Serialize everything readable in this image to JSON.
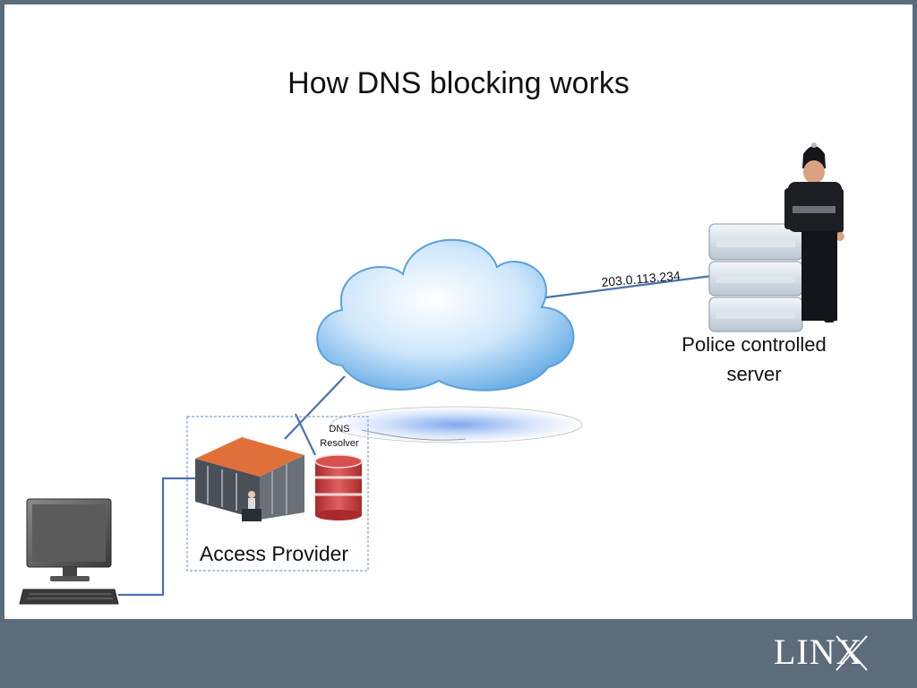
{
  "slide": {
    "title": "How DNS blocking works",
    "logo": "LINX"
  },
  "diagram": {
    "ip_label": "203.0.113.234",
    "police_server_label_line1": "Police controlled",
    "police_server_label_line2": "server",
    "access_provider_label": "Access Provider",
    "dns_resolver_line1": "DNS",
    "dns_resolver_line2": "Resolver"
  },
  "colors": {
    "background_band": "#5c6c7a",
    "link_line": "#4a72b0",
    "cloud": "#8cc4ef",
    "resolver": "#c23a3a",
    "building_roof": "#e0703a"
  }
}
